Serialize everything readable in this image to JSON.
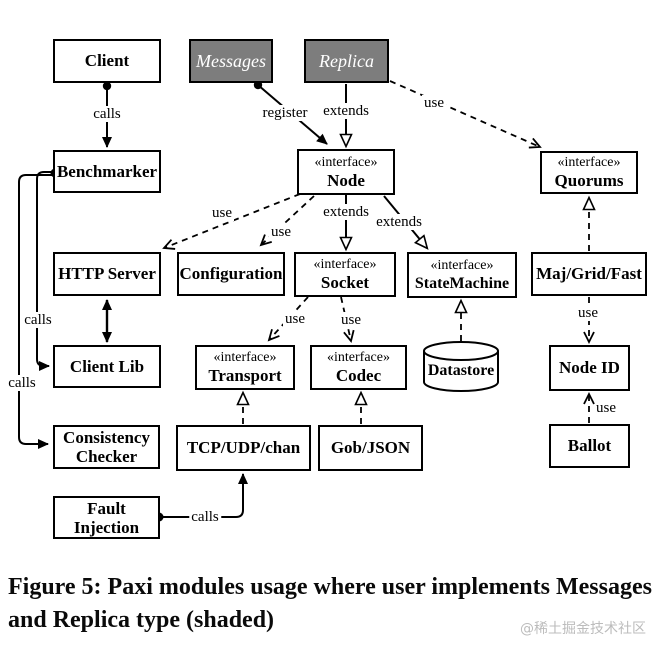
{
  "figure": {
    "caption": "Figure 5: Paxi modules usage where user implements Messages and Replica type (shaded)",
    "watermark": "@稀土掘金技术社区"
  },
  "colors": {
    "background": "#ffffff",
    "box_border": "#000000",
    "shaded_fill": "#7d7d7d",
    "shaded_text": "#ffffff",
    "edge": "#000000",
    "watermark_text": "#bcbcbc"
  },
  "diagram": {
    "nodes": {
      "client": {
        "label": "Client"
      },
      "messages": {
        "label": "Messages",
        "shaded": true
      },
      "replica": {
        "label": "Replica",
        "shaded": true
      },
      "benchmarker": {
        "label": "Benchmarker"
      },
      "node": {
        "stereotype": "«interface»",
        "label": "Node"
      },
      "quorums": {
        "stereotype": "«interface»",
        "label": "Quorums"
      },
      "http_server": {
        "label": "HTTP Server"
      },
      "configuration": {
        "label": "Configuration"
      },
      "socket": {
        "stereotype": "«interface»",
        "label": "Socket"
      },
      "statemachine": {
        "stereotype": "«interface»",
        "label": "StateMachine"
      },
      "majgridfast": {
        "label": "Maj/Grid/Fast"
      },
      "clientlib": {
        "label": "Client Lib"
      },
      "transport": {
        "stereotype": "«interface»",
        "label": "Transport"
      },
      "codec": {
        "stereotype": "«interface»",
        "label": "Codec"
      },
      "datastore": {
        "label": "Datastore",
        "shape": "cylinder"
      },
      "nodeid": {
        "label": "Node ID"
      },
      "consistencychecker": {
        "label": "Consistency Checker"
      },
      "tcpudpchan": {
        "label": "TCP/UDP/chan"
      },
      "gobjson": {
        "label": "Gob/JSON"
      },
      "ballot": {
        "label": "Ballot"
      },
      "faultinjection": {
        "label": "Fault Injection"
      }
    },
    "edge_labels": {
      "client_benchmarker": "calls",
      "messages_node": "register",
      "replica_node": "extends",
      "replica_quorums": "use",
      "node_httpserver": "use",
      "node_configuration": "use",
      "node_socket": "extends",
      "node_statemachine": "extends",
      "benchmarker_clientlib": "calls",
      "benchmarker_consistencychecker": "calls",
      "socket_transport": "use",
      "socket_codec": "use",
      "majgridfast_nodeid": "use",
      "ballot_nodeid": "use",
      "faultinjection_tcpudpchan": "calls"
    }
  }
}
